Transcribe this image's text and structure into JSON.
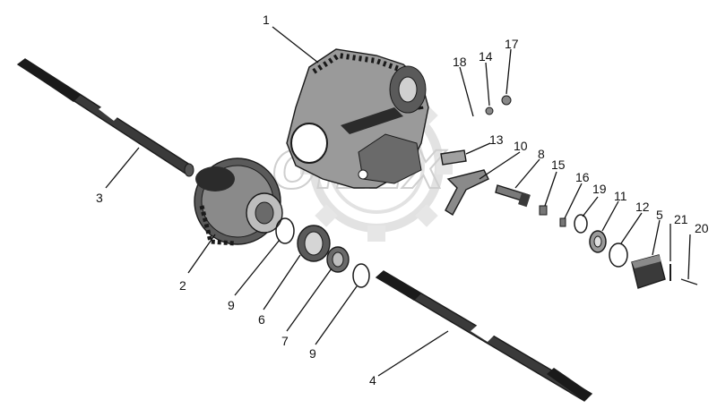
{
  "watermark": {
    "text": "OILEX",
    "color": "#d9d9d9"
  },
  "colors": {
    "ink": "#1a1a1a",
    "dark": "#2b2b2b",
    "mid": "#777777",
    "light": "#bdbdbd"
  },
  "callouts": [
    {
      "id": "c1",
      "label": "1"
    },
    {
      "id": "c2",
      "label": "2"
    },
    {
      "id": "c3",
      "label": "3"
    },
    {
      "id": "c4",
      "label": "4"
    },
    {
      "id": "c5",
      "label": "5"
    },
    {
      "id": "c6",
      "label": "6"
    },
    {
      "id": "c7",
      "label": "7"
    },
    {
      "id": "c8",
      "label": "8"
    },
    {
      "id": "c9a",
      "label": "9"
    },
    {
      "id": "c9b",
      "label": "9"
    },
    {
      "id": "c10",
      "label": "10"
    },
    {
      "id": "c11",
      "label": "11"
    },
    {
      "id": "c12",
      "label": "12"
    },
    {
      "id": "c13",
      "label": "13"
    },
    {
      "id": "c14",
      "label": "14"
    },
    {
      "id": "c15",
      "label": "15"
    },
    {
      "id": "c16",
      "label": "16"
    },
    {
      "id": "c17",
      "label": "17"
    },
    {
      "id": "c18",
      "label": "18"
    },
    {
      "id": "c19",
      "label": "19"
    },
    {
      "id": "c20",
      "label": "20"
    },
    {
      "id": "c21",
      "label": "21"
    }
  ]
}
